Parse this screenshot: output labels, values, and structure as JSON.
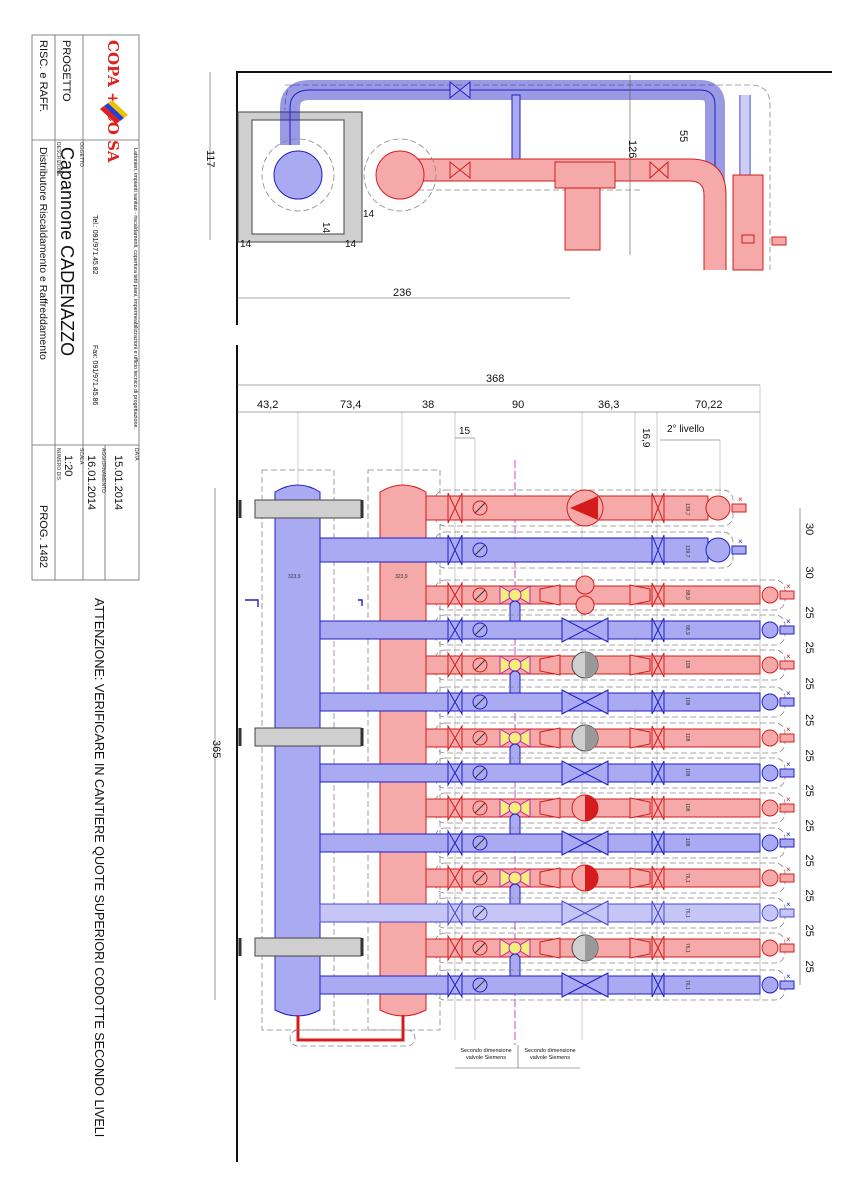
{
  "title_block": {
    "company_logo": "COPA + CO SA",
    "company_description": "Lattonieri, impianti sanitari - riscaldamenti, copertura tetti piani, impermeabilizzazioni e ufficio tecnico di progettazione.",
    "tel": "Tel.: 091/971.45.82",
    "fax": "Fax: 091/971.45.86",
    "progetto_label": "PROGETTO",
    "progetto": "RISC. e RAFF.",
    "oggetto_label": "OGGETTO",
    "oggetto": "Capannone CADENAZZO",
    "descrizione_label": "DESCRIZIONE",
    "descrizione": "Distributore Riscaldamento e Raffreddamento",
    "data_label": "DATA",
    "data": "15.01.2014",
    "aggiornamento_label": "AGGIORNAMENTO",
    "aggiornamento": "16.01.2014",
    "scala_label": "SCALA",
    "scala": "1:20",
    "numero_label": "NUMERO DIS.",
    "numero": "PROG. 1482"
  },
  "warning": "ATTENZIONE: VERIFICARE IN CANTIERE QUOTE SUPERIORI CODOTTE SECONDO LIVELI",
  "top_view": {
    "dims": {
      "height": "117",
      "width": "236",
      "d126": "126",
      "d55": "55",
      "d14a": "14",
      "d14b": "14",
      "d14c": "14",
      "d14d": "14"
    }
  },
  "front_view": {
    "dims": {
      "total": "368",
      "d1": "43,2",
      "d2": "73,4",
      "d3": "38",
      "d4": "90",
      "d5": "36,3",
      "d6": "70,22",
      "d15": "15",
      "d169": "16,9",
      "livello": "2° livello",
      "height": "365"
    },
    "header_labels": {
      "blue": "323,9",
      "red": "323,9"
    },
    "notes": [
      "Secondo dimensione valvole Siemens",
      "Secondo dimensione valvole Siemens"
    ],
    "row_spacing": [
      "30",
      "30",
      "25",
      "25",
      "25",
      "25",
      "25",
      "25",
      "25",
      "25",
      "25",
      "25",
      "25"
    ],
    "rows": [
      {
        "circuit": "supply",
        "pump": "red-large",
        "pipe_label": "139,7"
      },
      {
        "circuit": "return",
        "pump": "none",
        "pipe_label": "139,7"
      },
      {
        "circuit": "supply",
        "pump": "red-double",
        "pipe_label": "88,9"
      },
      {
        "circuit": "return",
        "pump": "valve",
        "pipe_label": "88,9"
      },
      {
        "circuit": "supply",
        "pump": "grey",
        "pipe_label": "108"
      },
      {
        "circuit": "return",
        "pump": "valve",
        "pipe_label": "108"
      },
      {
        "circuit": "supply",
        "pump": "grey",
        "pipe_label": "108"
      },
      {
        "circuit": "return",
        "pump": "valve",
        "pipe_label": "108"
      },
      {
        "circuit": "supply",
        "pump": "red",
        "pipe_label": "108"
      },
      {
        "circuit": "return",
        "pump": "valve",
        "pipe_label": "108"
      },
      {
        "circuit": "supply",
        "pump": "red",
        "pipe_label": "76,1"
      },
      {
        "circuit": "return-light",
        "pump": "valve",
        "pipe_label": "76,1"
      },
      {
        "circuit": "supply",
        "pump": "grey",
        "pipe_label": "76,1"
      },
      {
        "circuit": "return",
        "pump": "valve",
        "pipe_label": "76,1"
      }
    ]
  },
  "colors": {
    "supply": "#d41c1c",
    "return": "#1f1fc4",
    "supply_fill": "#f6a9a9",
    "return_fill": "#aaaaf2",
    "logo": "#e0201a"
  }
}
